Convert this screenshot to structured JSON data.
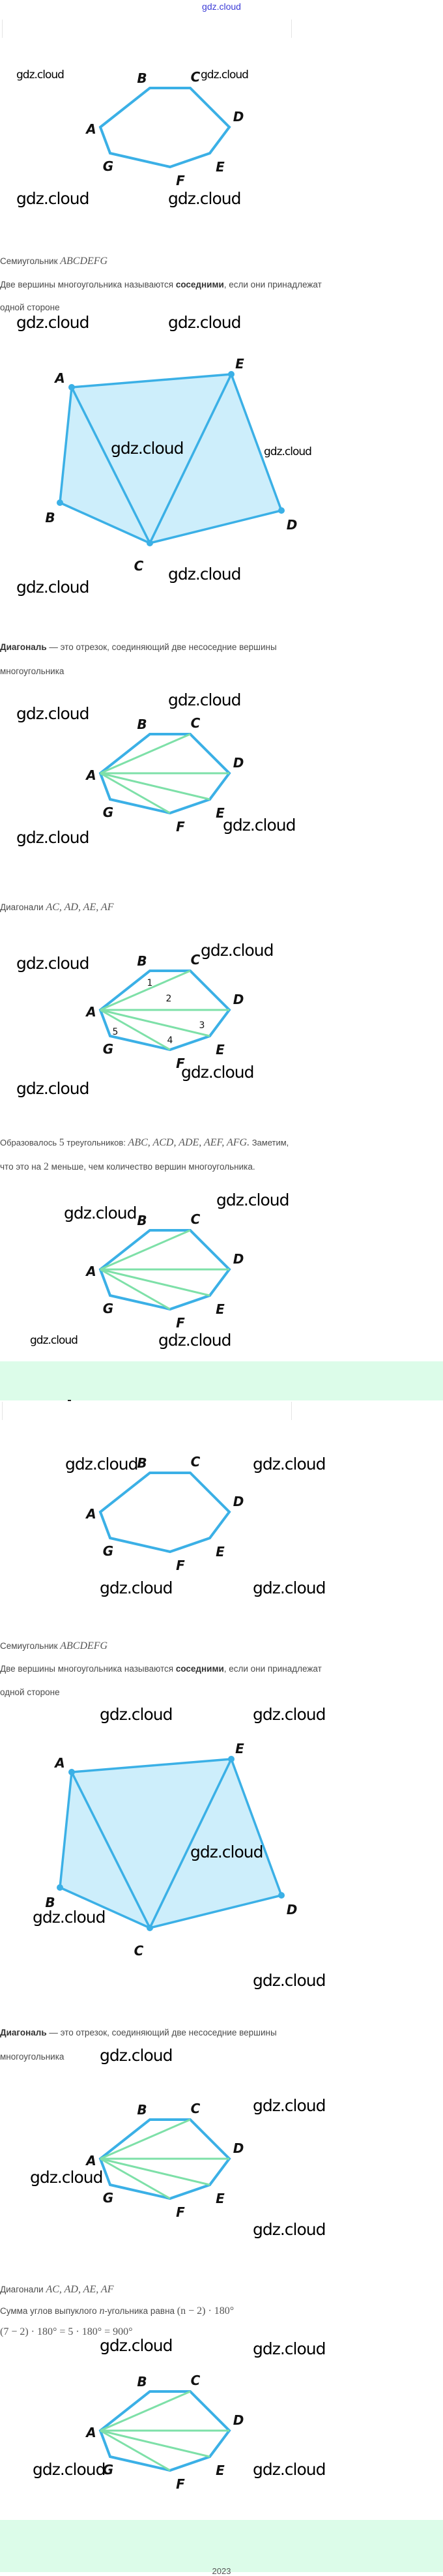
{
  "header": {
    "site": "gdz.cloud"
  },
  "watermark": "gdz.cloud",
  "vertices7": [
    "A",
    "B",
    "C",
    "D",
    "E",
    "F",
    "G"
  ],
  "vertices5": [
    "A",
    "B",
    "C",
    "D",
    "E"
  ],
  "triangle_numbers": [
    "1",
    "2",
    "3",
    "4",
    "5"
  ],
  "section1": {
    "heptagon_caption": "Семиугольник ",
    "heptagon_name": "ABCDEFG",
    "adjacent_line1_a": "Две вершины многоугольника называются ",
    "adjacent_bold": "соседними",
    "adjacent_line1_b": ", если они принадлежат",
    "adjacent_line2": "одной стороне",
    "diagonal_bold": "Диагональ",
    "diagonal_line1": " — это отрезок, соединяющий две несоседние вершины",
    "diagonal_line2": "многоугольника",
    "diagonals_label": "Диагонали ",
    "diagonals_list": "AC, AD, AE, AF",
    "formed_a": "Образовалось ",
    "formed_num": "5",
    "formed_b": " треугольников: ",
    "formed_list": "ABC, ACD, ADE, AEF, AFG.",
    "formed_c": " Заметим,",
    "formed_line2_a": "что это на ",
    "formed_line2_num": "2",
    "formed_line2_b": " меньше, чем количество вершин многоугольника."
  },
  "section2": {
    "heptagon_caption": "Семиугольник ",
    "heptagon_name": "ABCDEFG",
    "adjacent_line1_a": "Две вершины многоугольника называются ",
    "adjacent_bold": "соседними",
    "adjacent_line1_b": ", если они принадлежат",
    "adjacent_line2": "одной стороне",
    "diagonal_bold": "Диагональ",
    "diagonal_line1": " — это отрезок, соединяющий две несоседние вершины",
    "diagonal_line2": "многоугольника",
    "diagonals_label": "Диагонали ",
    "diagonals_list": "AC, AD, AE, AF",
    "sum_a": "Сумма углов выпуклого ",
    "sum_n": "n",
    "sum_b": "-угольника равна ",
    "sum_formula": "(n − 2) · 180°",
    "calc": "(7 − 2) · 180° = 5 · 180° = 900°"
  },
  "footer": {
    "year": "2023"
  },
  "colors": {
    "stroke": "#3bb0e6",
    "diagonal": "#7ee0a8",
    "fill": "#cdeefb",
    "band": "#dcfce9",
    "link": "#3b3bd6"
  }
}
